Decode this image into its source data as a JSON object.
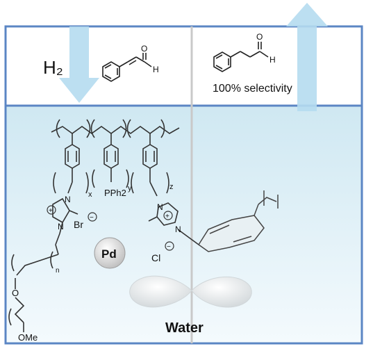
{
  "top": {
    "left_label": "H₂",
    "right_label": "100% selectivity"
  },
  "reaction": {
    "reactant_aldehyde_o": "O",
    "reactant_aldehyde_h": "H",
    "product_aldehyde_o": "O",
    "product_aldehyde_h": "H"
  },
  "polymer": {
    "sub_x": "x",
    "sub_y": "y",
    "sub_z": "z",
    "pph2": "PPh2",
    "br": "Br",
    "cl": "Cl",
    "n1": "N",
    "n2": "N",
    "n3": "N",
    "n4": "N",
    "plus1": "+",
    "plus2": "+",
    "minus1": "−",
    "minus2": "−",
    "o_label": "O",
    "n_sub": "n",
    "ome": "OMe"
  },
  "catalyst": {
    "label": "Pd"
  },
  "phase": {
    "label": "Water"
  },
  "colors": {
    "border": "#5b86c4",
    "water_top": "#d6ecf4",
    "water_bottom": "#f2f9fc",
    "arrow": "#b5dcef",
    "divider": "#c9c9c9"
  }
}
